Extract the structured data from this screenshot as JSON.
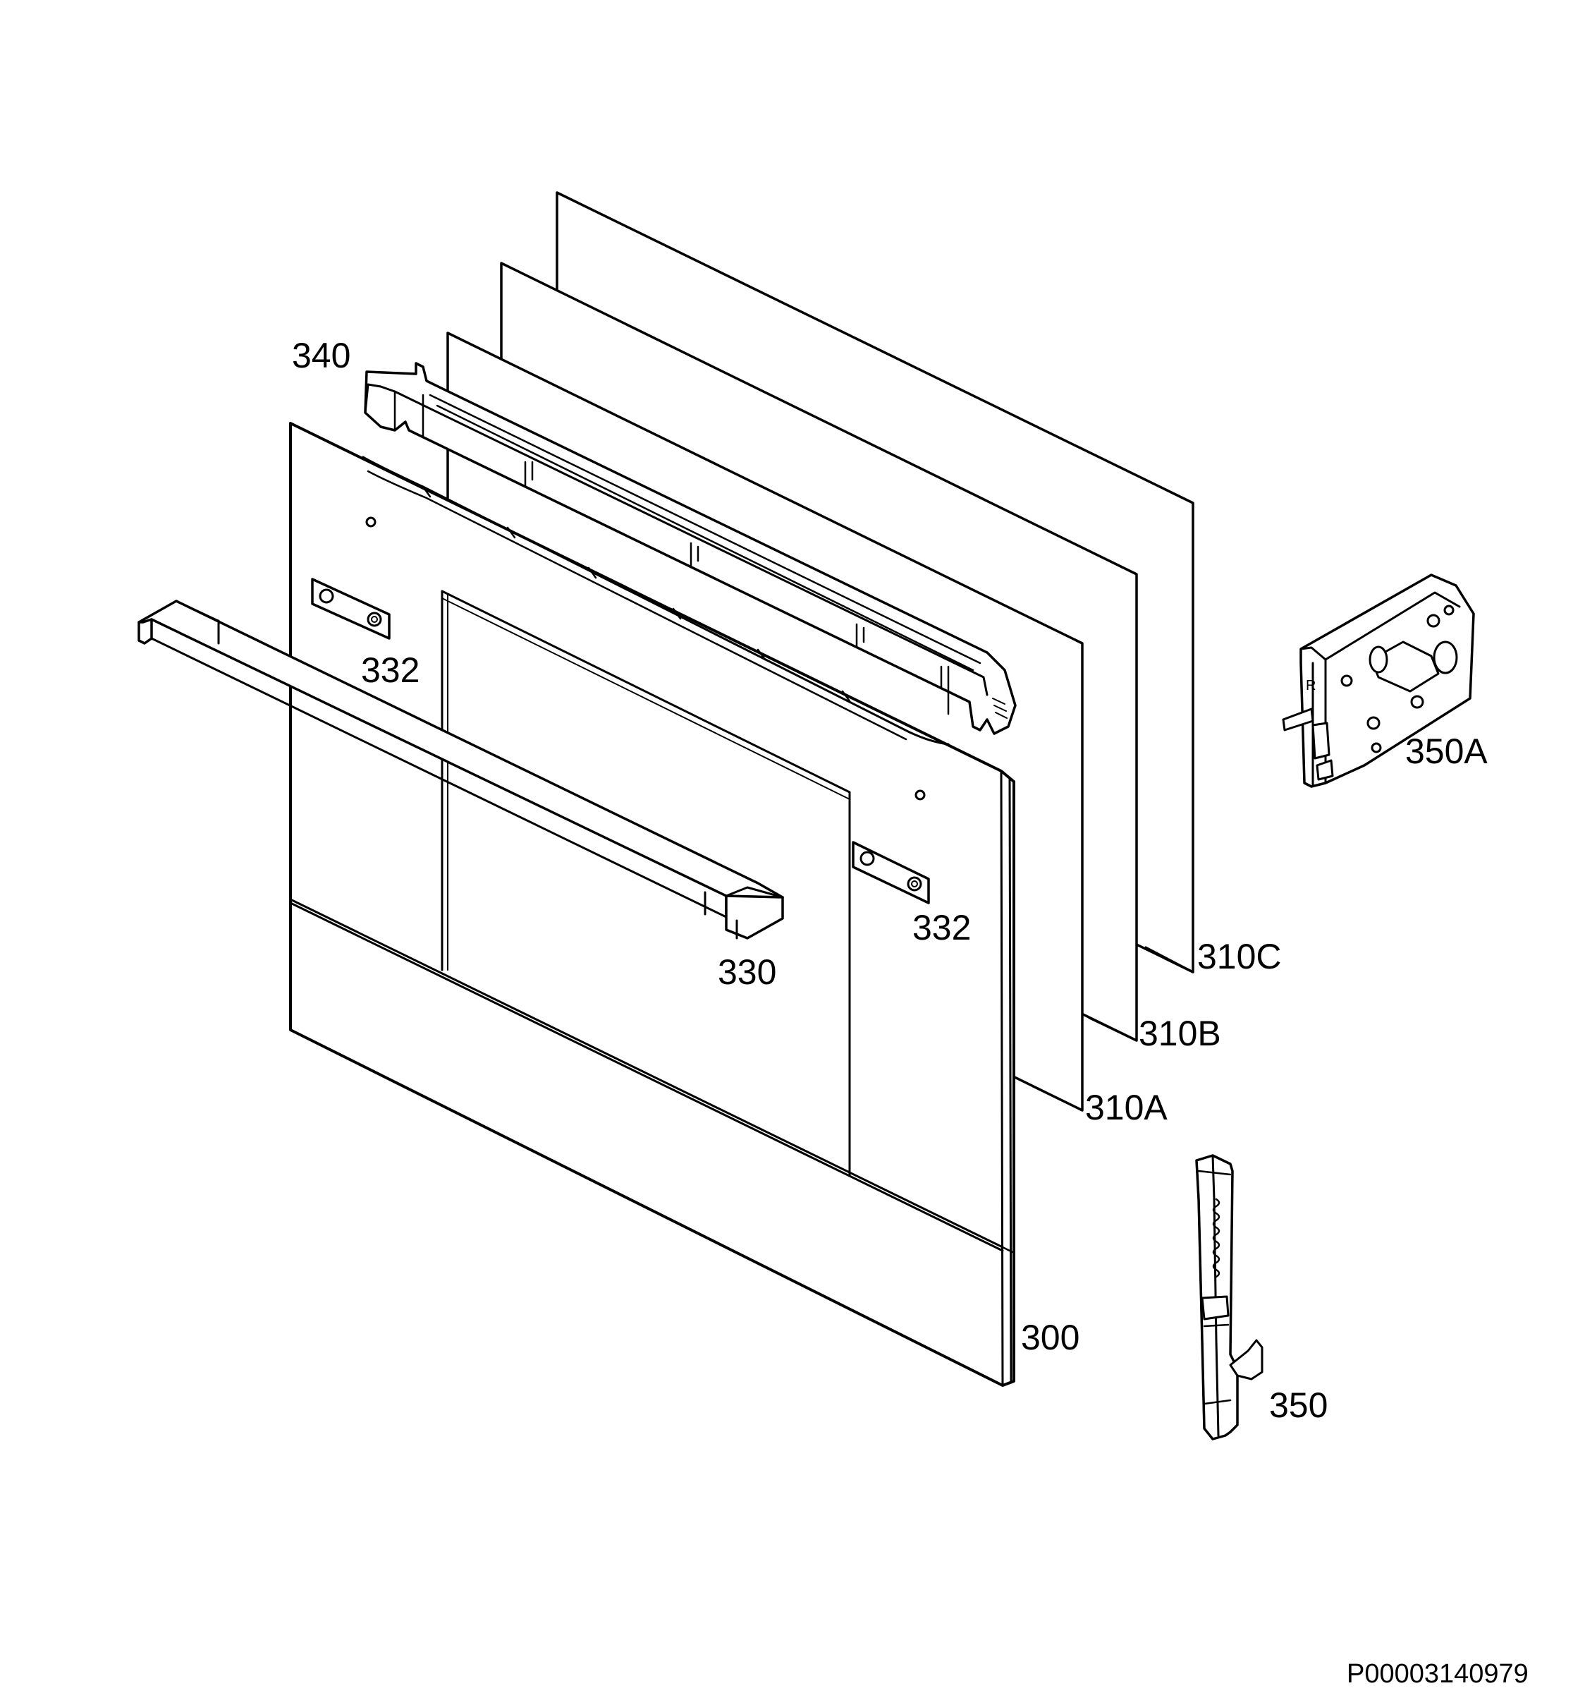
{
  "drawing": {
    "document_code": "P00003140979",
    "callouts": {
      "p300": "300",
      "p310A": "310A",
      "p310B": "310B",
      "p310C": "310C",
      "p330": "330",
      "p332_left": "332",
      "p332_right": "332",
      "p340": "340",
      "p350": "350",
      "p350A": "350A"
    }
  }
}
